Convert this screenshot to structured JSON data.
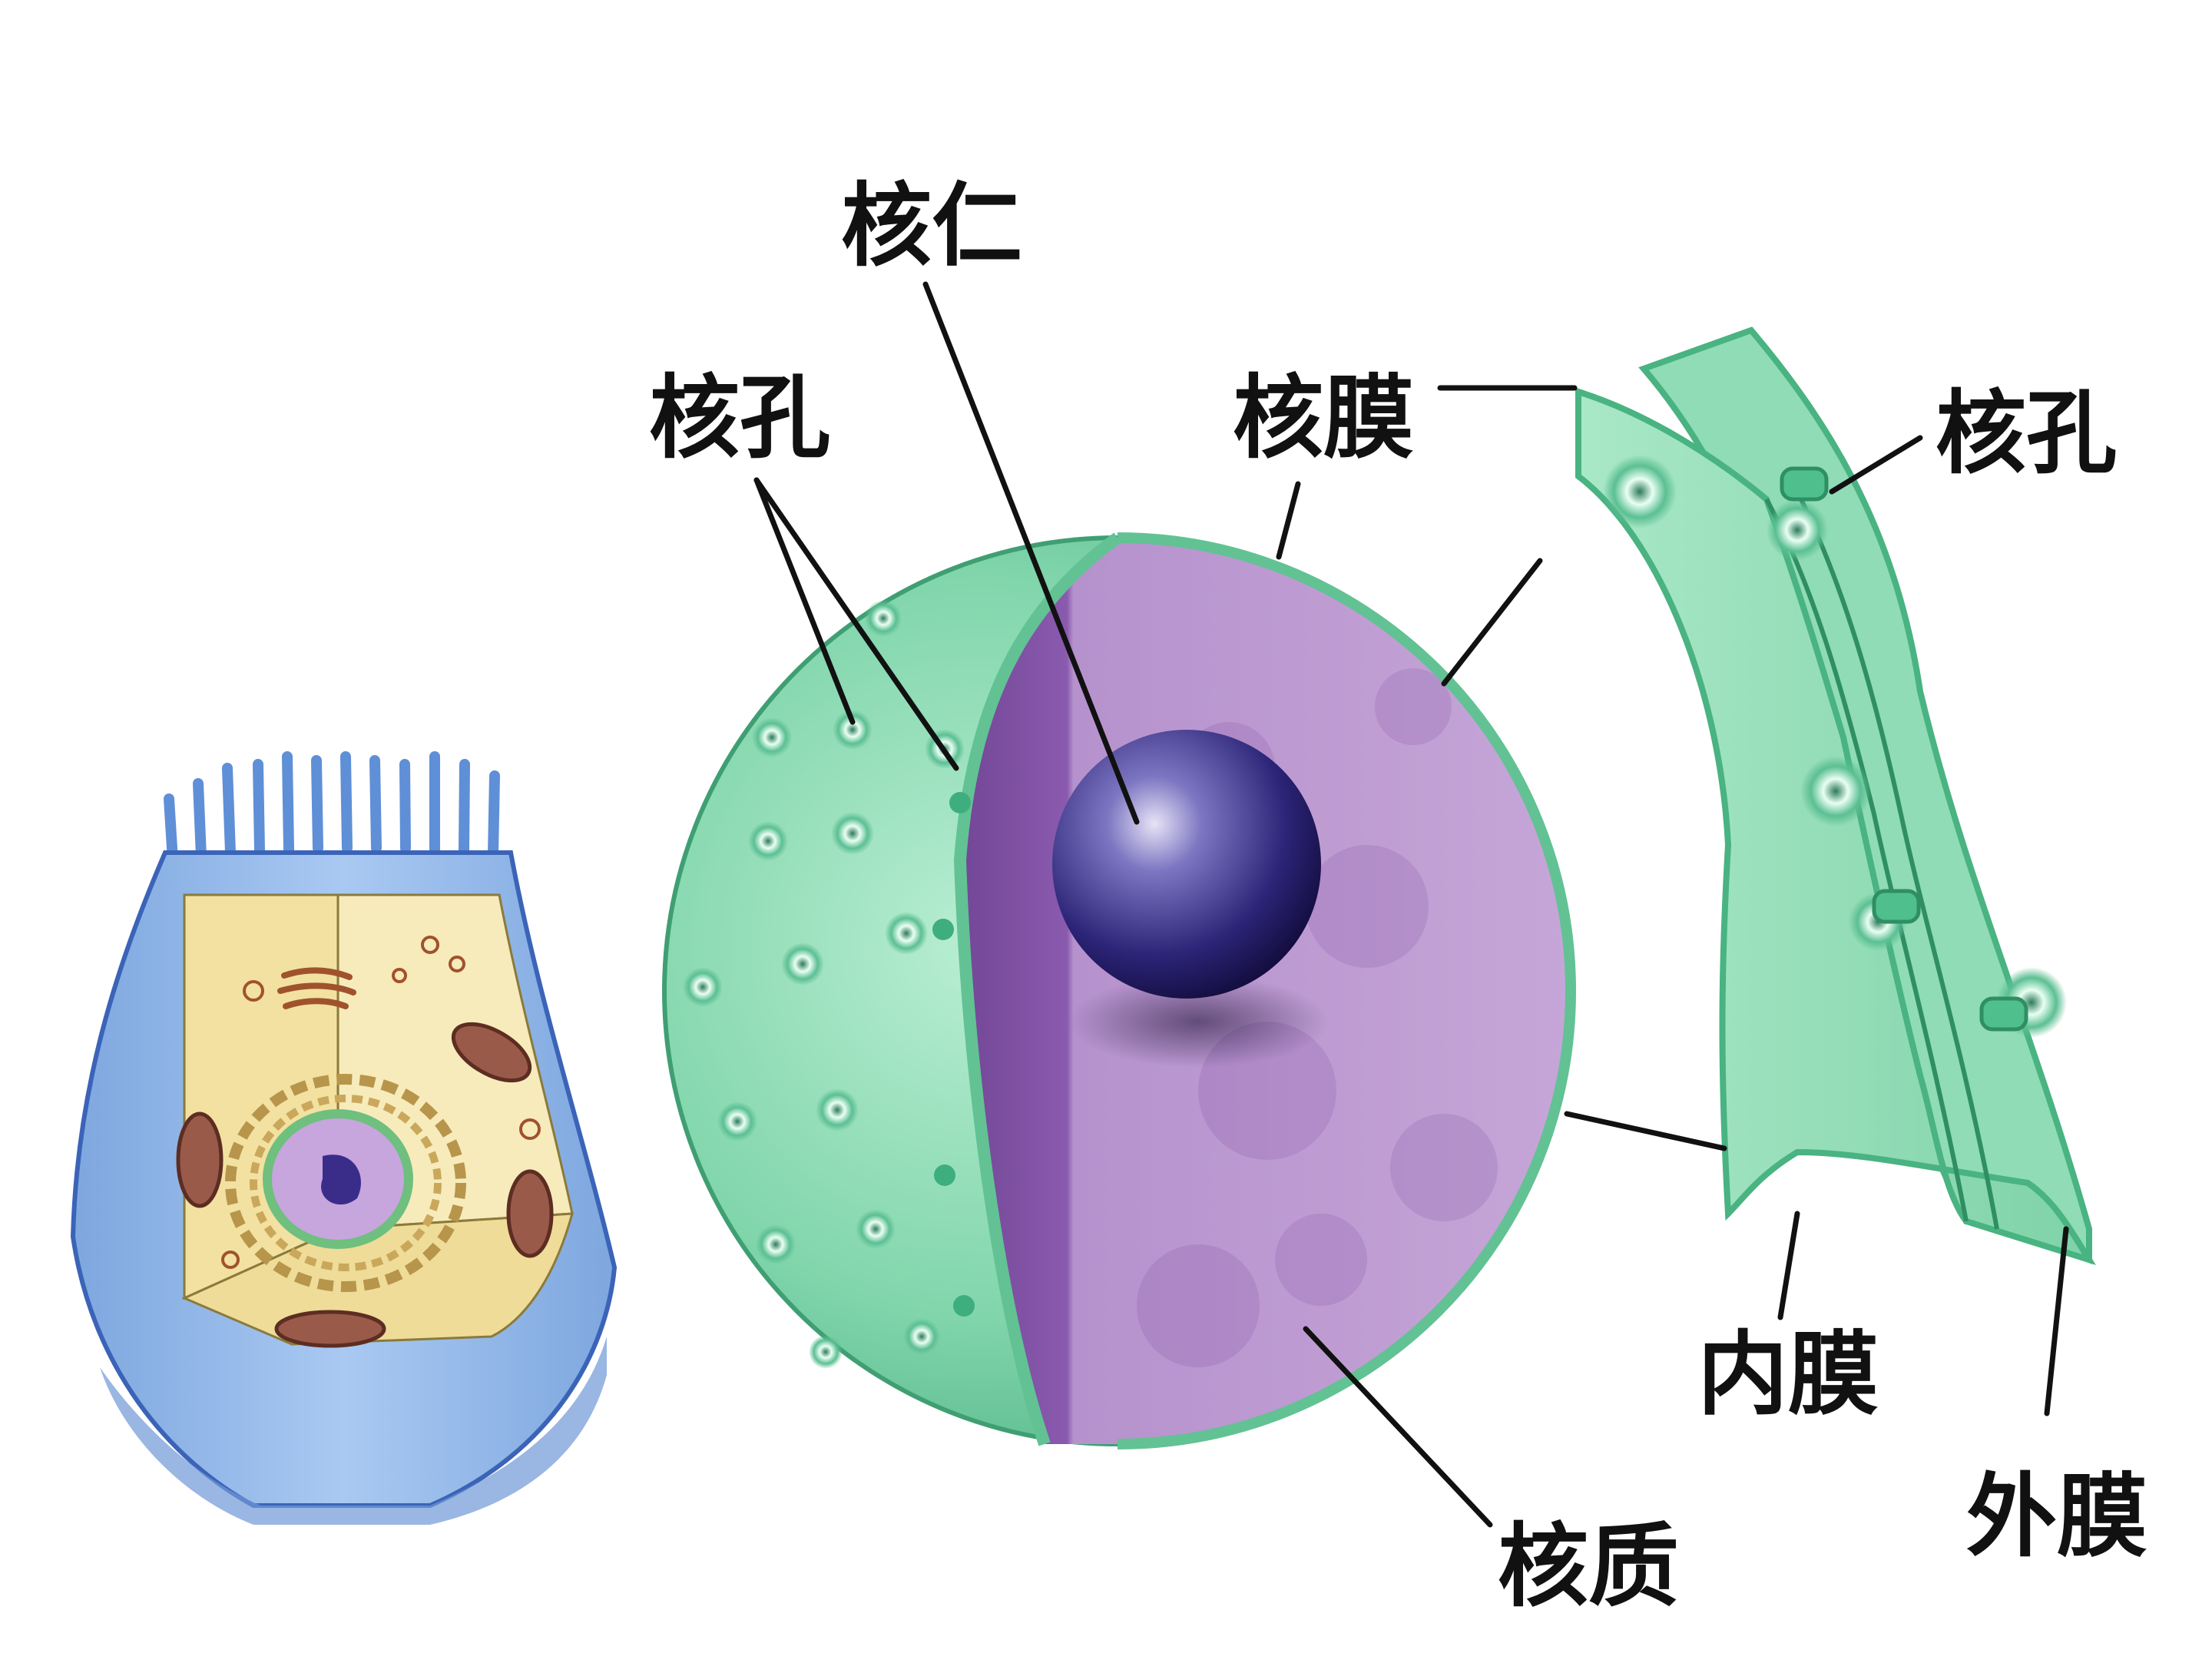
{
  "labels": {
    "nucleolus": "核仁",
    "nuclear_pore_left": "核孔",
    "nuclear_envelope": "核膜",
    "nuclear_pore_right": "核孔",
    "inner_membrane": "内膜",
    "outer_membrane": "外膜",
    "nucleoplasm": "核质"
  },
  "colors": {
    "envelope_green": "#7fd6ad",
    "envelope_dark": "#3fae7e",
    "nucleoplasm_purple": "#8d5aa8",
    "nucleoplasm_light": "#b48ac9",
    "nucleolus_blue": "#2a2170",
    "cell_wall_blue": "#93b9ec",
    "cytoplasm_yellow": "#f4e5a6",
    "leader_line": "#111111"
  }
}
